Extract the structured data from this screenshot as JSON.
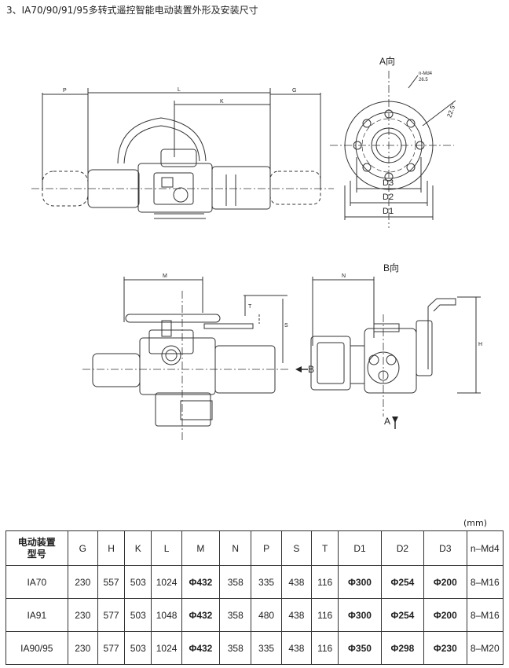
{
  "title": "3、IA70/90/91/95多转式遥控智能电动装置外形及安装尺寸",
  "drawing": {
    "view_a_label": "A向",
    "view_b_label": "B向",
    "arrow_a_label": "A",
    "arrow_b_label": "B",
    "dims": {
      "P": "P",
      "L": "L",
      "K": "K",
      "G": "G",
      "M": "M",
      "N": "N",
      "T": "T",
      "S": "S",
      "H": "H",
      "D1": "D1",
      "D2": "D2",
      "D3": "D3",
      "nMd4": "n-Md4",
      "depth": "26.5",
      "angle": "22.5°"
    }
  },
  "table": {
    "unit": "(mm)",
    "header_line1": "电动装置",
    "header_line2": "型号",
    "columns": [
      "G",
      "H",
      "K",
      "L",
      "M",
      "N",
      "P",
      "S",
      "T",
      "D1",
      "D2",
      "D3",
      "n–Md4"
    ],
    "rows": [
      {
        "model": "IA70",
        "values": [
          "230",
          "557",
          "503",
          "1024",
          "Φ432",
          "358",
          "335",
          "438",
          "116",
          "Φ300",
          "Φ254",
          "Φ200",
          "8–M16"
        ]
      },
      {
        "model": "IA91",
        "values": [
          "230",
          "577",
          "503",
          "1048",
          "Φ432",
          "358",
          "480",
          "438",
          "116",
          "Φ300",
          "Φ254",
          "Φ200",
          "8–M16"
        ]
      },
      {
        "model": "IA90/95",
        "values": [
          "230",
          "577",
          "503",
          "1024",
          "Φ432",
          "358",
          "335",
          "438",
          "116",
          "Φ350",
          "Φ298",
          "Φ230",
          "8–M20"
        ]
      }
    ]
  }
}
